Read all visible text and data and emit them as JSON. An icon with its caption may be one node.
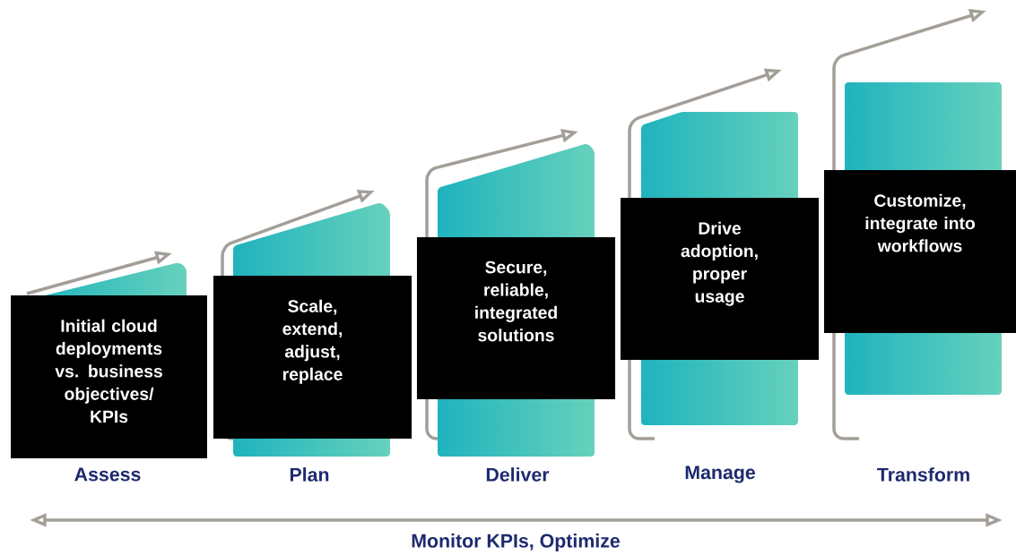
{
  "diagram": {
    "nodes": [
      {
        "text": [
          "Initial cloud deployments vs. business objectives/ KPIs"
        ]
      },
      {
        "text": [
          "Scale, extend, adjust, replace"
        ]
      },
      {
        "text": [
          "Secure, reliable, integrated solutions"
        ]
      },
      {
        "text": [
          "Drive adoption, proper usage"
        ]
      },
      {
        "text": [
          "Customize, integrate into workflows"
        ]
      }
    ],
    "labels": [
      "Assess",
      "Plan",
      "Deliver",
      "Manage",
      "Transform",
      "Monitor KPIs, Optimize"
    ]
  }
}
